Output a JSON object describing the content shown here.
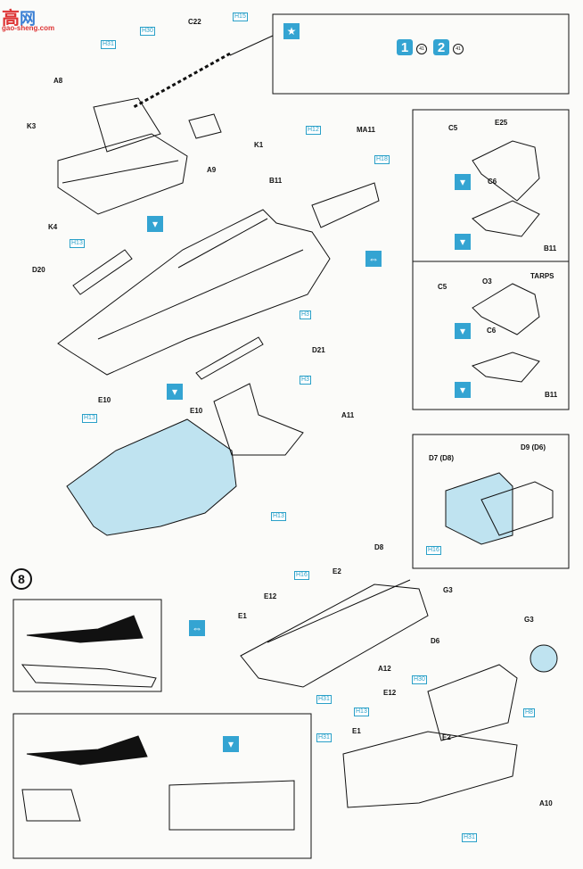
{
  "watermark": {
    "main": "高",
    "brand": "网",
    "url": "gao-sheng.com"
  },
  "step_number": "8",
  "part_labels": {
    "C22": "C22",
    "A8": "A8",
    "K3": "K3",
    "K1": "K1",
    "A9": "A9",
    "K4": "K4",
    "MA11": "MA11",
    "B11": "B11",
    "D20": "D20",
    "D21": "D21",
    "E10a": "E10",
    "E10b": "E10",
    "A11": "A11",
    "C5a": "C5",
    "E25": "E25",
    "C6a": "C6",
    "B11b": "B11",
    "C5b": "C5",
    "O3": "O3",
    "TARPS": "TARPS",
    "C6b": "C6",
    "B11c": "B11",
    "D7": "D7 (D8)",
    "D9": "D9 (D6)",
    "D8": "D8",
    "E2a": "E2",
    "G3a": "G3",
    "E12a": "E12",
    "E1a": "E1",
    "D6": "D6",
    "A12": "A12",
    "G3b": "G3",
    "E12b": "E12",
    "E1b": "E1",
    "E2b": "E2",
    "A10": "A10"
  },
  "h_codes": {
    "h1": "H15",
    "h2": "H30",
    "h3": "H31",
    "h4": "H12",
    "h5": "H18",
    "h6": "H13",
    "h7": "H3",
    "h8": "H3",
    "h9": "H13",
    "h10": "H13",
    "h11": "H16",
    "h12": "H16",
    "h13": "H31",
    "h14": "H30",
    "h15": "H13",
    "h16": "H31",
    "h17": "H8",
    "h18": "H31"
  },
  "option_circles": {
    "c1": "41",
    "c2": "41"
  },
  "sequence": {
    "one": "1",
    "two": "2"
  },
  "colors": {
    "accent": "#34a4d2",
    "fill": "#bfe3f0",
    "ink": "#111111"
  }
}
